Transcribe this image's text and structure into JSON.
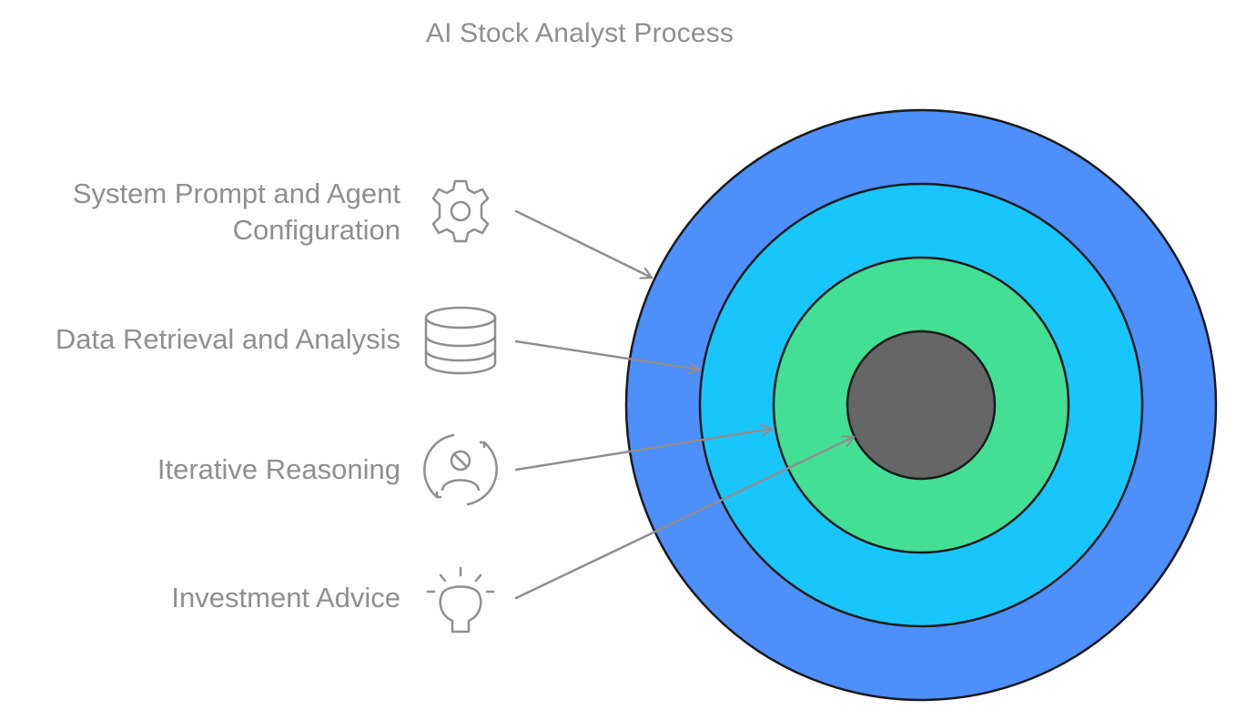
{
  "title": "AI Stock Analyst Process",
  "items": [
    {
      "label_line1": "System Prompt and Agent",
      "label_line2": "Configuration",
      "icon": "gear-icon",
      "ring": "outer-ring"
    },
    {
      "label_line1": "Data Retrieval and Analysis",
      "label_line2": "",
      "icon": "database-icon",
      "ring": "second-ring"
    },
    {
      "label_line1": "Iterative Reasoning",
      "label_line2": "",
      "icon": "cycle-person-icon",
      "ring": "third-ring"
    },
    {
      "label_line1": "Investment Advice",
      "label_line2": "",
      "icon": "lightbulb-icon",
      "ring": "core-circle"
    }
  ],
  "colors": {
    "outer_ring": "#4d8ffb",
    "second_ring": "#19c6fc",
    "third_ring": "#43df95",
    "core": "#666666",
    "stroke": "#1a1a1a",
    "text": "#8f8f8f",
    "icon": "#8f8f8f",
    "arrow": "#8f8f8f"
  }
}
